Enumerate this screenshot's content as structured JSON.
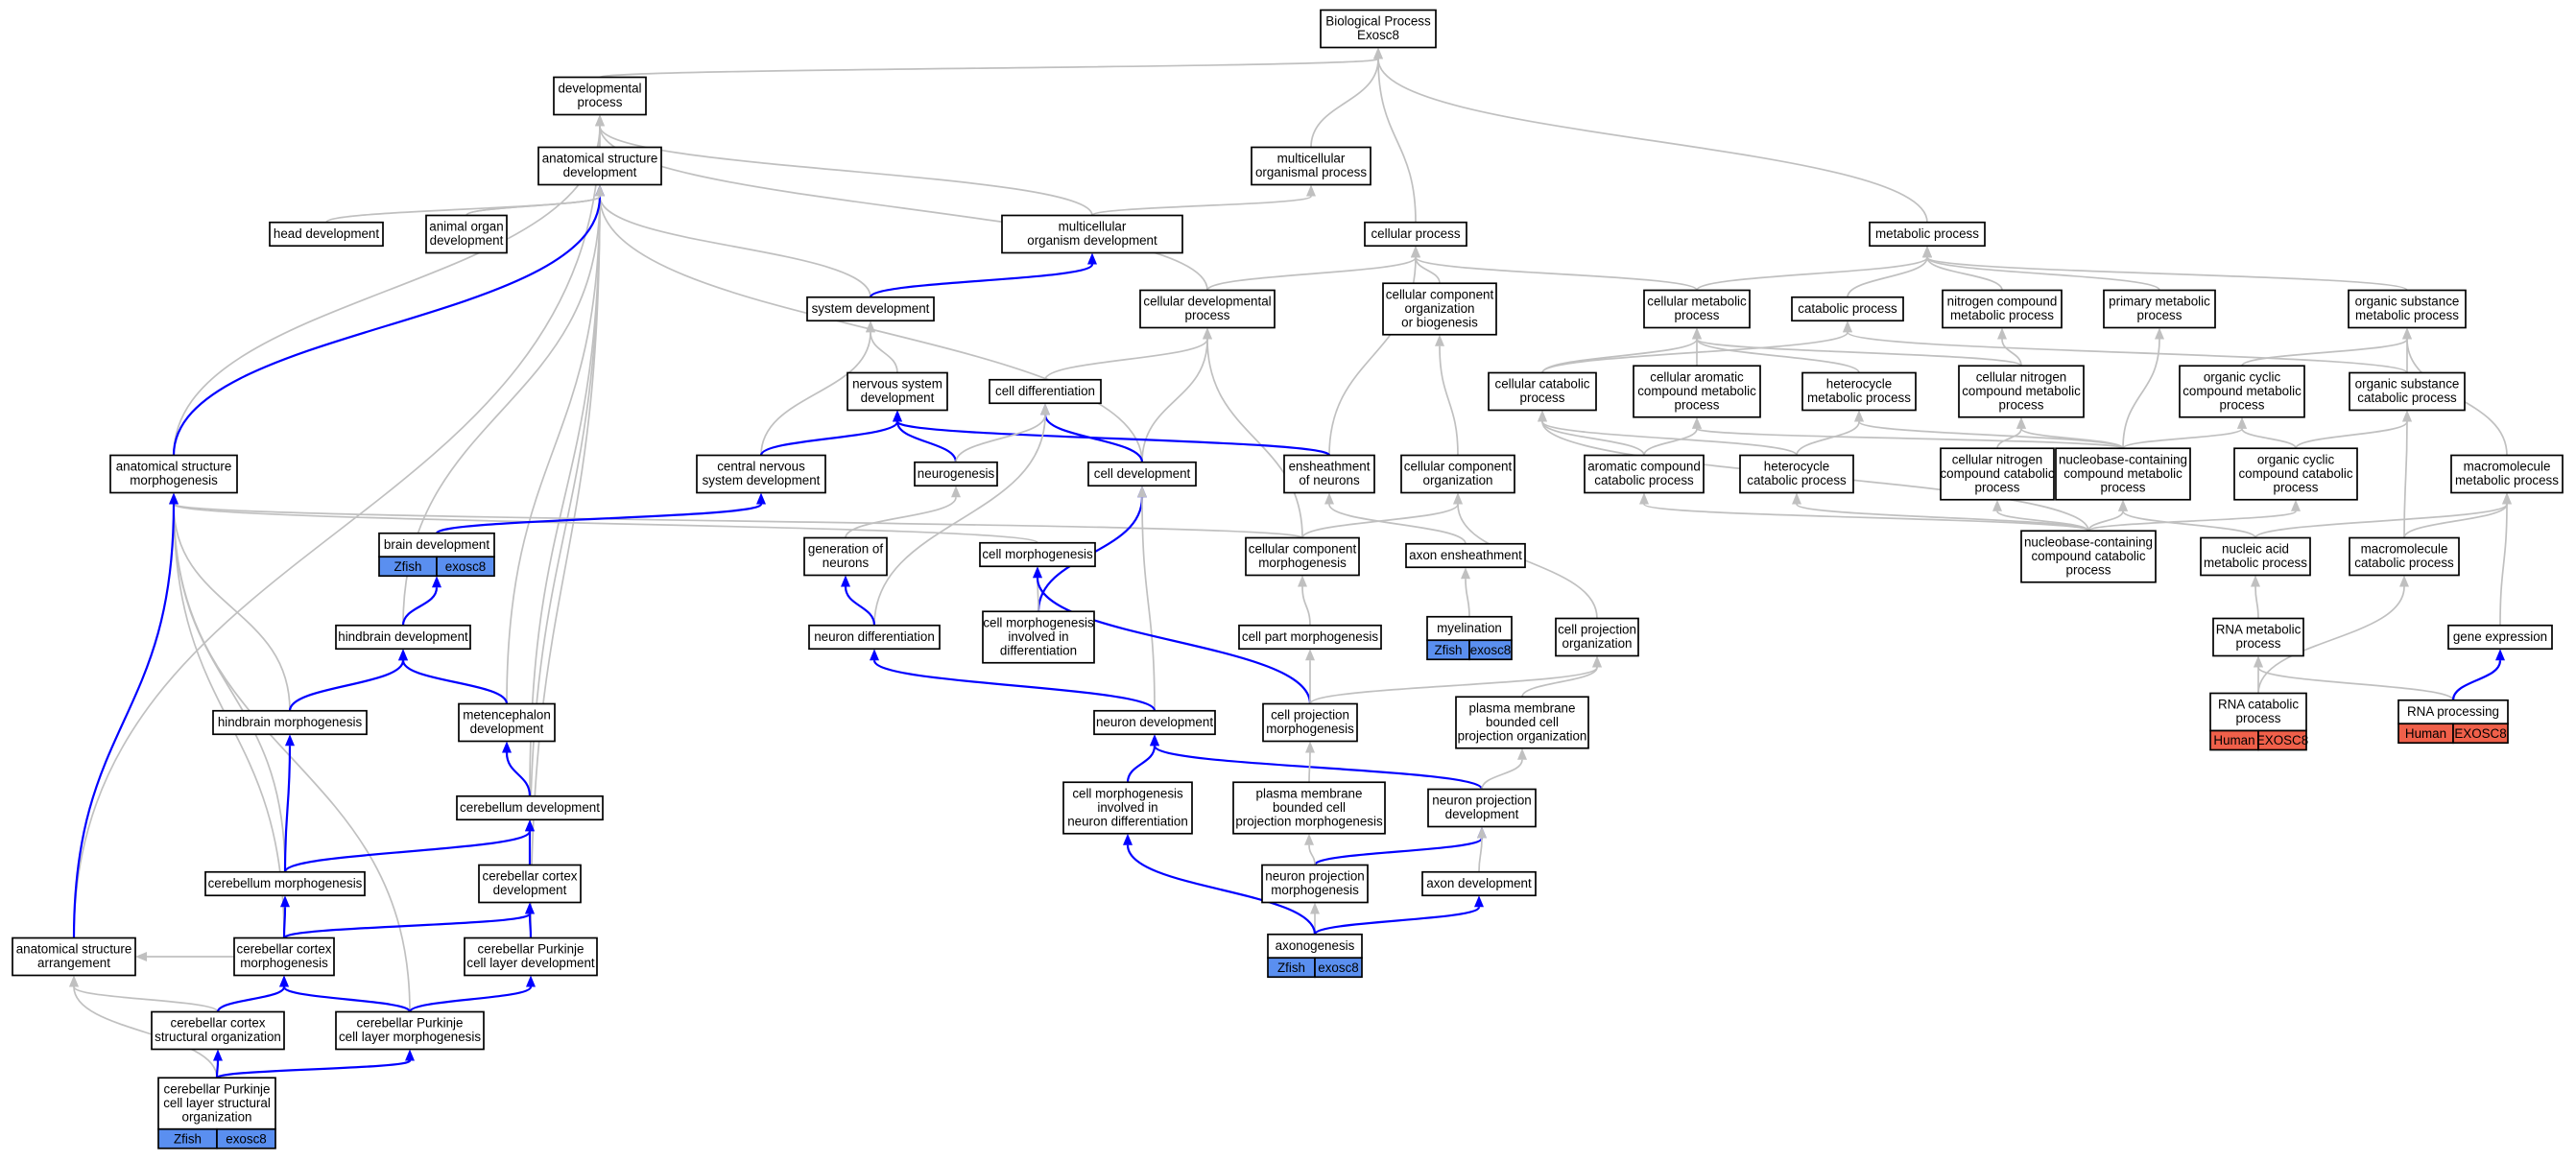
{
  "colors": {
    "zfish_badge": "#5a8ff0",
    "human_badge": "#f0604a",
    "regulates_edge": "#0000ff",
    "is_a_edge": "#c0c0c0"
  },
  "nodes": {
    "root": [
      "Biological Process",
      "Exosc8"
    ],
    "dev": [
      "developmental",
      "process"
    ],
    "asd": [
      "anatomical structure",
      "development"
    ],
    "mop": [
      "multicellular",
      "organismal process"
    ],
    "head": [
      "head development"
    ],
    "aod": [
      "animal organ",
      "development"
    ],
    "mod": [
      "multicellular",
      "organism development"
    ],
    "cp": [
      "cellular process"
    ],
    "mp": [
      "metabolic process"
    ],
    "sysd": [
      "system development"
    ],
    "cdp": [
      "cellular developmental",
      "process"
    ],
    "ccob": [
      "cellular component",
      "organization",
      "or biogenesis"
    ],
    "cmet": [
      "cellular metabolic",
      "process"
    ],
    "catp": [
      "catabolic process"
    ],
    "ncmp": [
      "nitrogen compound",
      "metabolic process"
    ],
    "pmp": [
      "primary metabolic",
      "process"
    ],
    "osmp": [
      "organic substance",
      "metabolic process"
    ],
    "nsd": [
      "nervous system",
      "development"
    ],
    "celldiff": [
      "cell differentiation"
    ],
    "ccat": [
      "cellular catabolic",
      "process"
    ],
    "cacmp": [
      "cellular aromatic",
      "compound metabolic",
      "process"
    ],
    "hetmp": [
      "heterocycle",
      "metabolic process"
    ],
    "cncmp": [
      "cellular nitrogen",
      "compound metabolic",
      "process"
    ],
    "occmp": [
      "organic cyclic",
      "compound metabolic",
      "process"
    ],
    "oscp": [
      "organic substance",
      "catabolic process"
    ],
    "asm": [
      "anatomical structure",
      "morphogenesis"
    ],
    "cnsd": [
      "central nervous",
      "system development"
    ],
    "neurogen": [
      "neurogenesis"
    ],
    "celldev": [
      "cell development"
    ],
    "enson": [
      "ensheathment",
      "of neurons"
    ],
    "cco": [
      "cellular component",
      "organization"
    ],
    "acc": [
      "aromatic compound",
      "catabolic process"
    ],
    "hcp": [
      "heterocycle",
      "catabolic process"
    ],
    "cnccp": [
      "cellular nitrogen",
      "compound catabolic",
      "process"
    ],
    "nbccmp": [
      "nucleobase-containing",
      "compound metabolic",
      "process"
    ],
    "occcp": [
      "organic cyclic",
      "compound catabolic",
      "process"
    ],
    "macmp": [
      "macromolecule",
      "metabolic process"
    ],
    "braind": [
      "brain development"
    ],
    "genneu": [
      "generation of",
      "neurons"
    ],
    "cellmorph": [
      "cell morphogenesis"
    ],
    "cellcompm": [
      "cellular component",
      "morphogenesis"
    ],
    "axonens": [
      "axon ensheathment"
    ],
    "nbcccp": [
      "nucleobase-containing",
      "compound catabolic",
      "process"
    ],
    "nametp": [
      "nucleic acid",
      "metabolic process"
    ],
    "maccp": [
      "macromolecule",
      "catabolic process"
    ],
    "hindbd": [
      "hindbrain development"
    ],
    "neudiff": [
      "neuron differentiation"
    ],
    "cmidiff": [
      "cell morphogenesis",
      "involved in",
      "differentiation"
    ],
    "cpm": [
      "cell part morphogenesis"
    ],
    "myel": [
      "myelination"
    ],
    "cpo": [
      "cell projection",
      "organization"
    ],
    "rnamp": [
      "RNA metabolic",
      "process"
    ],
    "geneexp": [
      "gene expression"
    ],
    "hindbm": [
      "hindbrain morphogenesis"
    ],
    "metd": [
      "metencephalon",
      "development"
    ],
    "neudev": [
      "neuron development"
    ],
    "cprojm": [
      "cell projection",
      "morphogenesis"
    ],
    "pmbcpo": [
      "plasma membrane",
      "bounded cell",
      "projection organization"
    ],
    "rnacat": [
      "RNA catabolic",
      "process"
    ],
    "rnaproc": [
      "RNA processing"
    ],
    "cerebd": [
      "cerebellum development"
    ],
    "cmind": [
      "cell morphogenesis",
      "involved in",
      "neuron differentiation"
    ],
    "pmbcpm": [
      "plasma membrane",
      "bounded cell",
      "projection morphogenesis"
    ],
    "npd": [
      "neuron projection",
      "development"
    ],
    "cerebm": [
      "cerebellum morphogenesis"
    ],
    "ccd": [
      "cerebellar cortex",
      "development"
    ],
    "npm": [
      "neuron projection",
      "morphogenesis"
    ],
    "axond": [
      "axon development"
    ],
    "asa": [
      "anatomical structure",
      "arrangement"
    ],
    "ccm": [
      "cerebellar cortex",
      "morphogenesis"
    ],
    "cpcld": [
      "cerebellar Purkinje",
      "cell layer development"
    ],
    "axonog": [
      "axonogenesis"
    ],
    "ccso": [
      "cerebellar cortex",
      "structural organization"
    ],
    "cpclm": [
      "cerebellar Purkinje",
      "cell layer morphogenesis"
    ],
    "cpclso": [
      "cerebellar Purkinje",
      "cell layer structural",
      "organization"
    ]
  },
  "badges": {
    "braind": [
      "Zfish",
      "exosc8"
    ],
    "myel": [
      "Zfish",
      "exosc8"
    ],
    "axonog": [
      "Zfish",
      "exosc8"
    ],
    "cpclso": [
      "Zfish",
      "exosc8"
    ],
    "rnacat": [
      "Human",
      "EXOSC8"
    ],
    "rnaproc": [
      "Human",
      "EXOSC8"
    ]
  }
}
